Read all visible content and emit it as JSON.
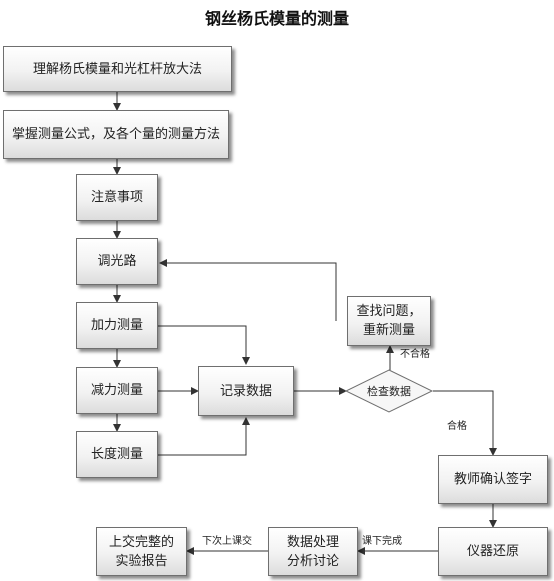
{
  "title": "钢丝杨氏模量的测量",
  "nodes": {
    "understand": "理解杨氏模量和光杠杆放大法",
    "formula": "掌握测量公式，及各个量的测量方法",
    "notes": "注意事项",
    "adjust": "调光路",
    "load": "加力测量",
    "unload": "减力测量",
    "length": "长度测量",
    "record": "记录数据",
    "check": "检查数据",
    "find_problem": [
      "查找问题，",
      "重新测量"
    ],
    "teacher_sign": "教师确认签字",
    "restore": "仪器还原",
    "analysis": [
      "数据处理",
      "分析讨论"
    ],
    "report": [
      "上交完整的",
      "实验报告"
    ]
  },
  "edge_labels": {
    "fail": "不合格",
    "pass": "合格",
    "after_class": "课下完成",
    "next_class": "下次上课交"
  }
}
